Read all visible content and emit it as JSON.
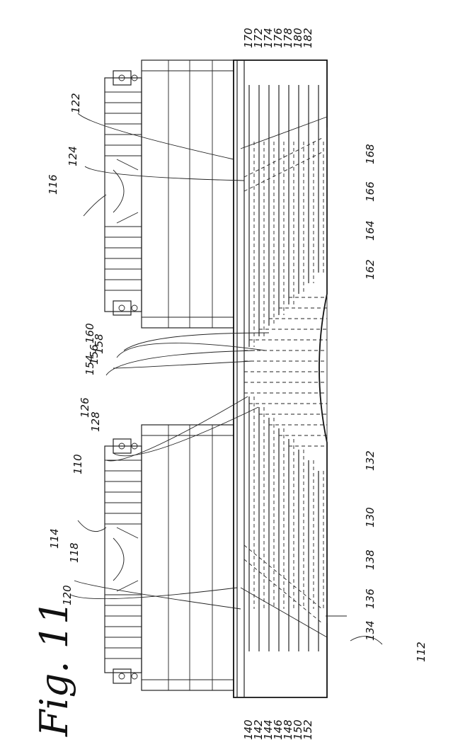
{
  "figure": {
    "title": "Fig. 11",
    "labels": {
      "device": "110",
      "substrate": "112",
      "left_unit": "114",
      "right_unit": "116",
      "l118": "118",
      "l120": "120",
      "l122": "122",
      "l124": "124",
      "l126": "126",
      "l128": "128",
      "l130": "130",
      "l132": "132",
      "l134": "134",
      "l136": "136",
      "l138": "138",
      "l154": "154",
      "l156": "156",
      "l158": "158",
      "l160": "160",
      "l162": "162",
      "l164": "164",
      "l166": "166",
      "l168": "168",
      "bottom_stack": [
        "140",
        "142",
        "144",
        "146",
        "148",
        "150",
        "152"
      ],
      "top_stack": [
        "170",
        "172",
        "174",
        "176",
        "178",
        "180",
        "182"
      ]
    }
  }
}
